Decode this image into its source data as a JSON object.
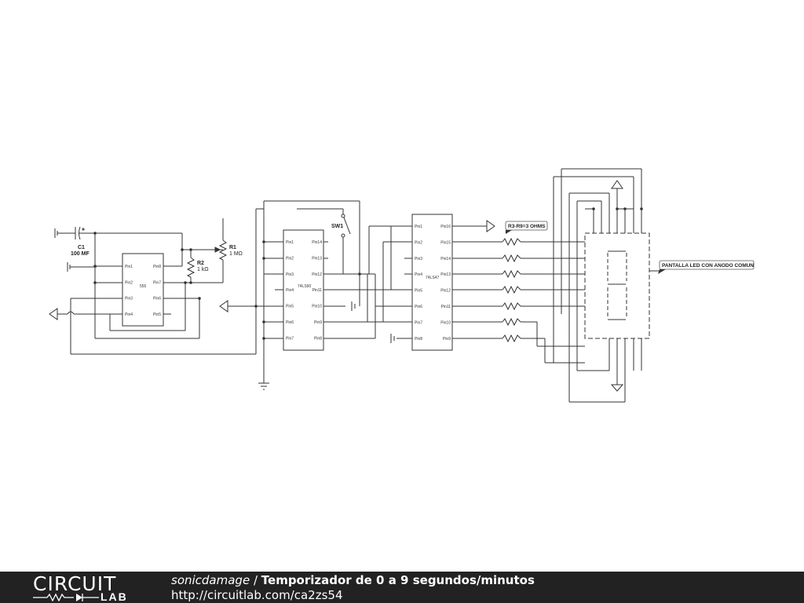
{
  "schematic": {
    "components": {
      "c1_ref": "C1",
      "c1_value": "100 MF",
      "r2_ref": "R2",
      "r2_value": "1 kΩ",
      "r1_ref": "R1",
      "r1_value": "1 MΩ",
      "sw1_ref": "SW1",
      "ic555_name": "555",
      "ic74ls90_name": "74LS90",
      "ic74ls47_name": "74LS47",
      "resistor_note": "R3-R9=3 OHMS",
      "display_note": "PANTALLA LED CON ANODO COMUN"
    },
    "ic555_pins_left": [
      "Pin1",
      "Pin2",
      "Pin3",
      "Pin4"
    ],
    "ic555_pins_right": [
      "Pin8",
      "Pin7",
      "Pin6",
      "Pin5"
    ],
    "ic74ls90_pins_left": [
      "Pin1",
      "Pin2",
      "Pin3",
      "Pin4",
      "Pin5",
      "Pin6",
      "Pin7"
    ],
    "ic74ls90_pins_right": [
      "Pin14",
      "Pin13",
      "Pin12",
      "Pin11",
      "Pin10",
      "Pin9",
      "Pin8"
    ],
    "ic74ls47_pins_left": [
      "Pin1",
      "Pin2",
      "Pin3",
      "Pin4",
      "Pin5",
      "Pin6",
      "Pin7",
      "Pin8"
    ],
    "ic74ls47_pins_right": [
      "Pin16",
      "Pin15",
      "Pin14",
      "Pin13",
      "Pin12",
      "Pin11",
      "Pin10",
      "Pin9"
    ]
  },
  "footer": {
    "logo_top": "CIRCUIT",
    "logo_bottom": "LAB",
    "author": "sonicdamage",
    "separator": " / ",
    "title": "Temporizador de 0 a 9 segundos/minutos",
    "url": "http://circuitlab.com/ca2zs54"
  }
}
